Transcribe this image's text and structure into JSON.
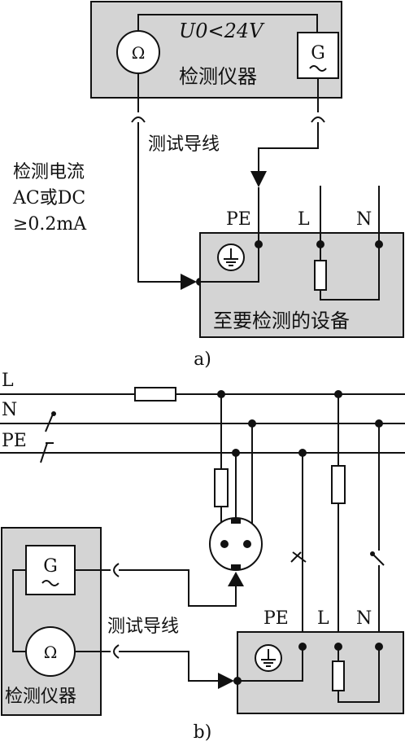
{
  "part_a": {
    "voltage_label": "U0<24V",
    "instrument_label": "检测仪器",
    "ohm_symbol": "Ω",
    "generator_symbol": "G",
    "test_lead_label": "测试导线",
    "current_label_line1": "检测电流",
    "current_label_line2": "AC或DC",
    "current_label_line3": "≥0.2mA",
    "terminal_pe": "PE",
    "terminal_l": "L",
    "terminal_n": "N",
    "equipment_label": "至要检测的设备",
    "caption": "a)"
  },
  "part_b": {
    "line_l": "L",
    "line_n": "N",
    "line_pe": "PE",
    "generator_symbol": "G",
    "ohm_symbol": "Ω",
    "instrument_label": "检测仪器",
    "test_lead_label": "测试导线",
    "terminal_pe": "PE",
    "terminal_l": "L",
    "terminal_n": "N",
    "caption": "b)"
  },
  "colors": {
    "box_fill": "#d4d4d4",
    "line": "#111111"
  }
}
